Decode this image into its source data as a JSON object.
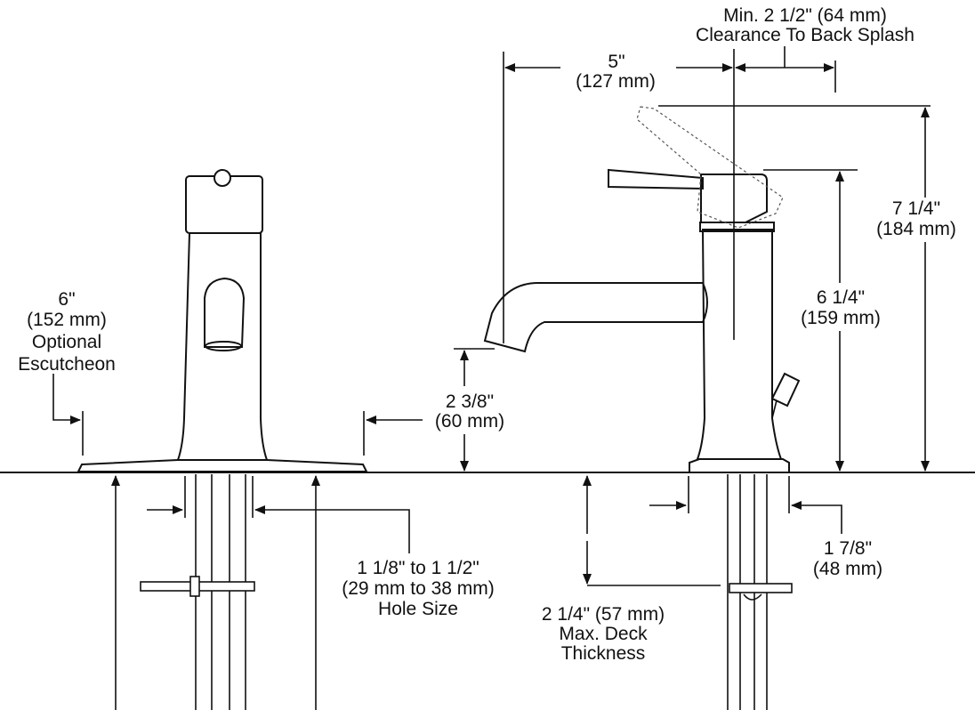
{
  "dimensions": {
    "clearance": {
      "line1": "Min. 2 1/2\" (64 mm)",
      "line2": "Clearance To Back Splash"
    },
    "reach": {
      "line1": "5\"",
      "line2": "(127 mm)"
    },
    "total_height": {
      "line1": "7 1/4\"",
      "line2": "(184 mm)"
    },
    "handle_height": {
      "line1": "6 1/4\"",
      "line2": "(159 mm)"
    },
    "spout_height": {
      "line1": "2 3/8\"",
      "line2": "(60 mm)"
    },
    "escutcheon": {
      "line1": "6\"",
      "line2": "(152 mm)",
      "line3": "Optional",
      "line4": "Escutcheon"
    },
    "hole_size": {
      "line1": "1 1/8\" to 1 1/2\"",
      "line2": "(29 mm to 38 mm)",
      "line3": "Hole Size"
    },
    "deck_thickness": {
      "line1": "2 1/4\" (57 mm)",
      "line2": "Max. Deck",
      "line3": "Thickness"
    },
    "base_width": {
      "line1": "1 7/8\"",
      "line2": "(48 mm)"
    }
  }
}
